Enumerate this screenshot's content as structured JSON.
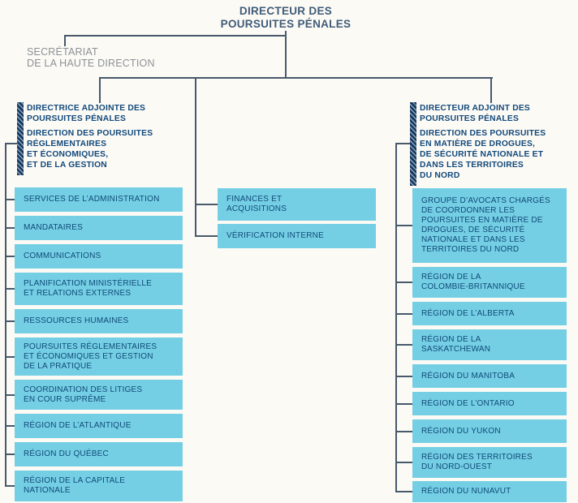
{
  "title": "DIRECTEUR DES\nPOURSUITES PÉNALES",
  "secretariat": "SECRÉTARIAT\nDE LA HAUTE DIRECTION",
  "left_branch": {
    "role": "DIRECTRICE ADJOINTE DES\nPOURSUITES PÉNALES",
    "direction": "DIRECTION DES POURSUITES\nRÉGLEMENTAIRES\nET ÉCONOMIQUES,\nET DE LA GESTION",
    "units": [
      "SERVICES DE L’ADMINISTRATION",
      "MANDATAIRES",
      "COMMUNICATIONS",
      "PLANIFICATION MINISTÉRIELLE\nET RELATIONS EXTERNES",
      "RESSOURCES HUMAINES",
      "POURSUITES RÉGLEMENTAIRES\nET ÉCONOMIQUES ET GESTION\nDE LA PRATIQUE",
      "COORDINATION DES LITIGES\nEN COUR SUPRÊME",
      "RÉGION DE L’ATLANTIQUE",
      "RÉGION DU QUÉBEC",
      "RÉGION DE LA CAPITALE\nNATIONALE"
    ]
  },
  "center_branch": {
    "units": [
      "FINANCES ET\nACQUISITIONS",
      "VÉRIFICATION INTERNE"
    ]
  },
  "right_branch": {
    "role": "DIRECTEUR ADJOINT DES\nPOURSUITES PÉNALES",
    "direction": "DIRECTION DES POURSUITES\nEN MATIÈRE DE DROGUES,\nDE SÉCURITÉ NATIONALE ET\nDANS LES TERRITOIRES\nDU NORD",
    "units": [
      "GROUPE D’AVOCATS CHARGÉS\nDE COORDONNER LES\nPOURSUITES EN MATIÈRE DE\nDROGUES, DE SÉCURITÉ\nNATIONALE ET DANS LES\nTERRITOIRES DU NORD",
      "RÉGION DE LA\nCOLOMBIE-BRITANNIQUE",
      "RÉGION DE L’ALBERTA",
      "RÉGION DE LA\nSASKATCHEWAN",
      "RÉGION DU MANITOBA",
      "RÉGION DE L’ONTARIO",
      "RÉGION DU YUKON",
      "RÉGION DES TERRITOIRES\nDU NORD-OUEST",
      "RÉGION DU NUNAVUT"
    ]
  },
  "colors": {
    "box_fill": "#75cfe4",
    "box_text": "#0f4a78",
    "connector": "#47596b",
    "title_text": "#3f5c78",
    "secretariat_text": "#8c9196",
    "hatch_bar": "#16395e",
    "background": "#fcfaf5"
  }
}
